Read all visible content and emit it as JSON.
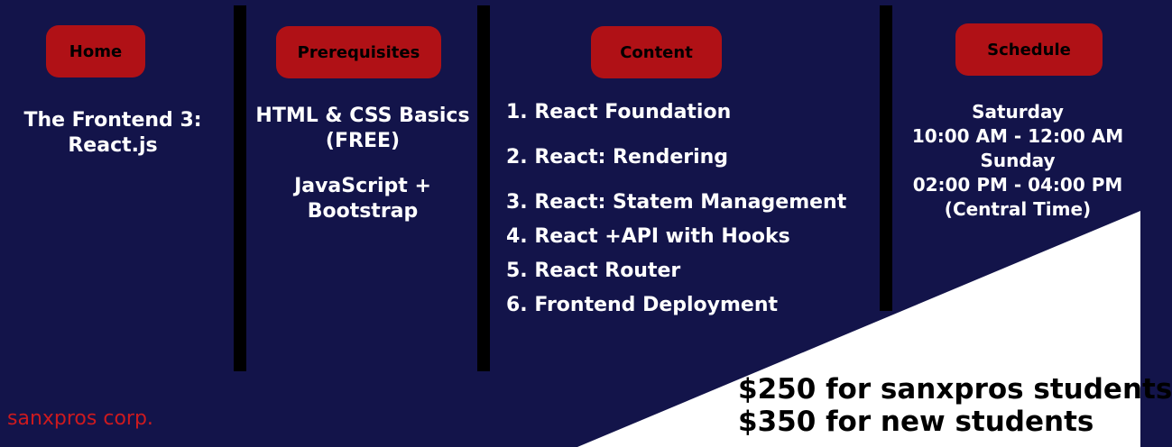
{
  "tabs": {
    "home": "Home",
    "prerequisites": "Prerequisites",
    "content": "Content",
    "schedule": "Schedule"
  },
  "home": {
    "title_line1": "The Frontend 3:",
    "title_line2": "React.js"
  },
  "prerequisites": {
    "item1_line1": "HTML & CSS Basics",
    "item1_line2": "(FREE)",
    "item2_line1": "JavaScript +",
    "item2_line2": "Bootstrap"
  },
  "content": {
    "items": [
      "1. React Foundation",
      "2. React: Rendering",
      "3. React: Statem Management",
      "4. React +API with Hooks",
      "5. React Router",
      "6. Frontend Deployment"
    ]
  },
  "schedule": {
    "day1": "Saturday",
    "time1": "10:00 AM - 12:00 AM",
    "day2": "Sunday",
    "time2": "02:00 PM - 04:00 PM",
    "timezone": "(Central Time)"
  },
  "pricing": {
    "line1": "$250 for sanxpros students",
    "line2": "$350 for new students"
  },
  "brand": "sanxpros corp.",
  "colors": {
    "background": "#13144a",
    "tab": "#b01116",
    "brand": "#cc1a1f",
    "wedge": "#ffffff"
  }
}
